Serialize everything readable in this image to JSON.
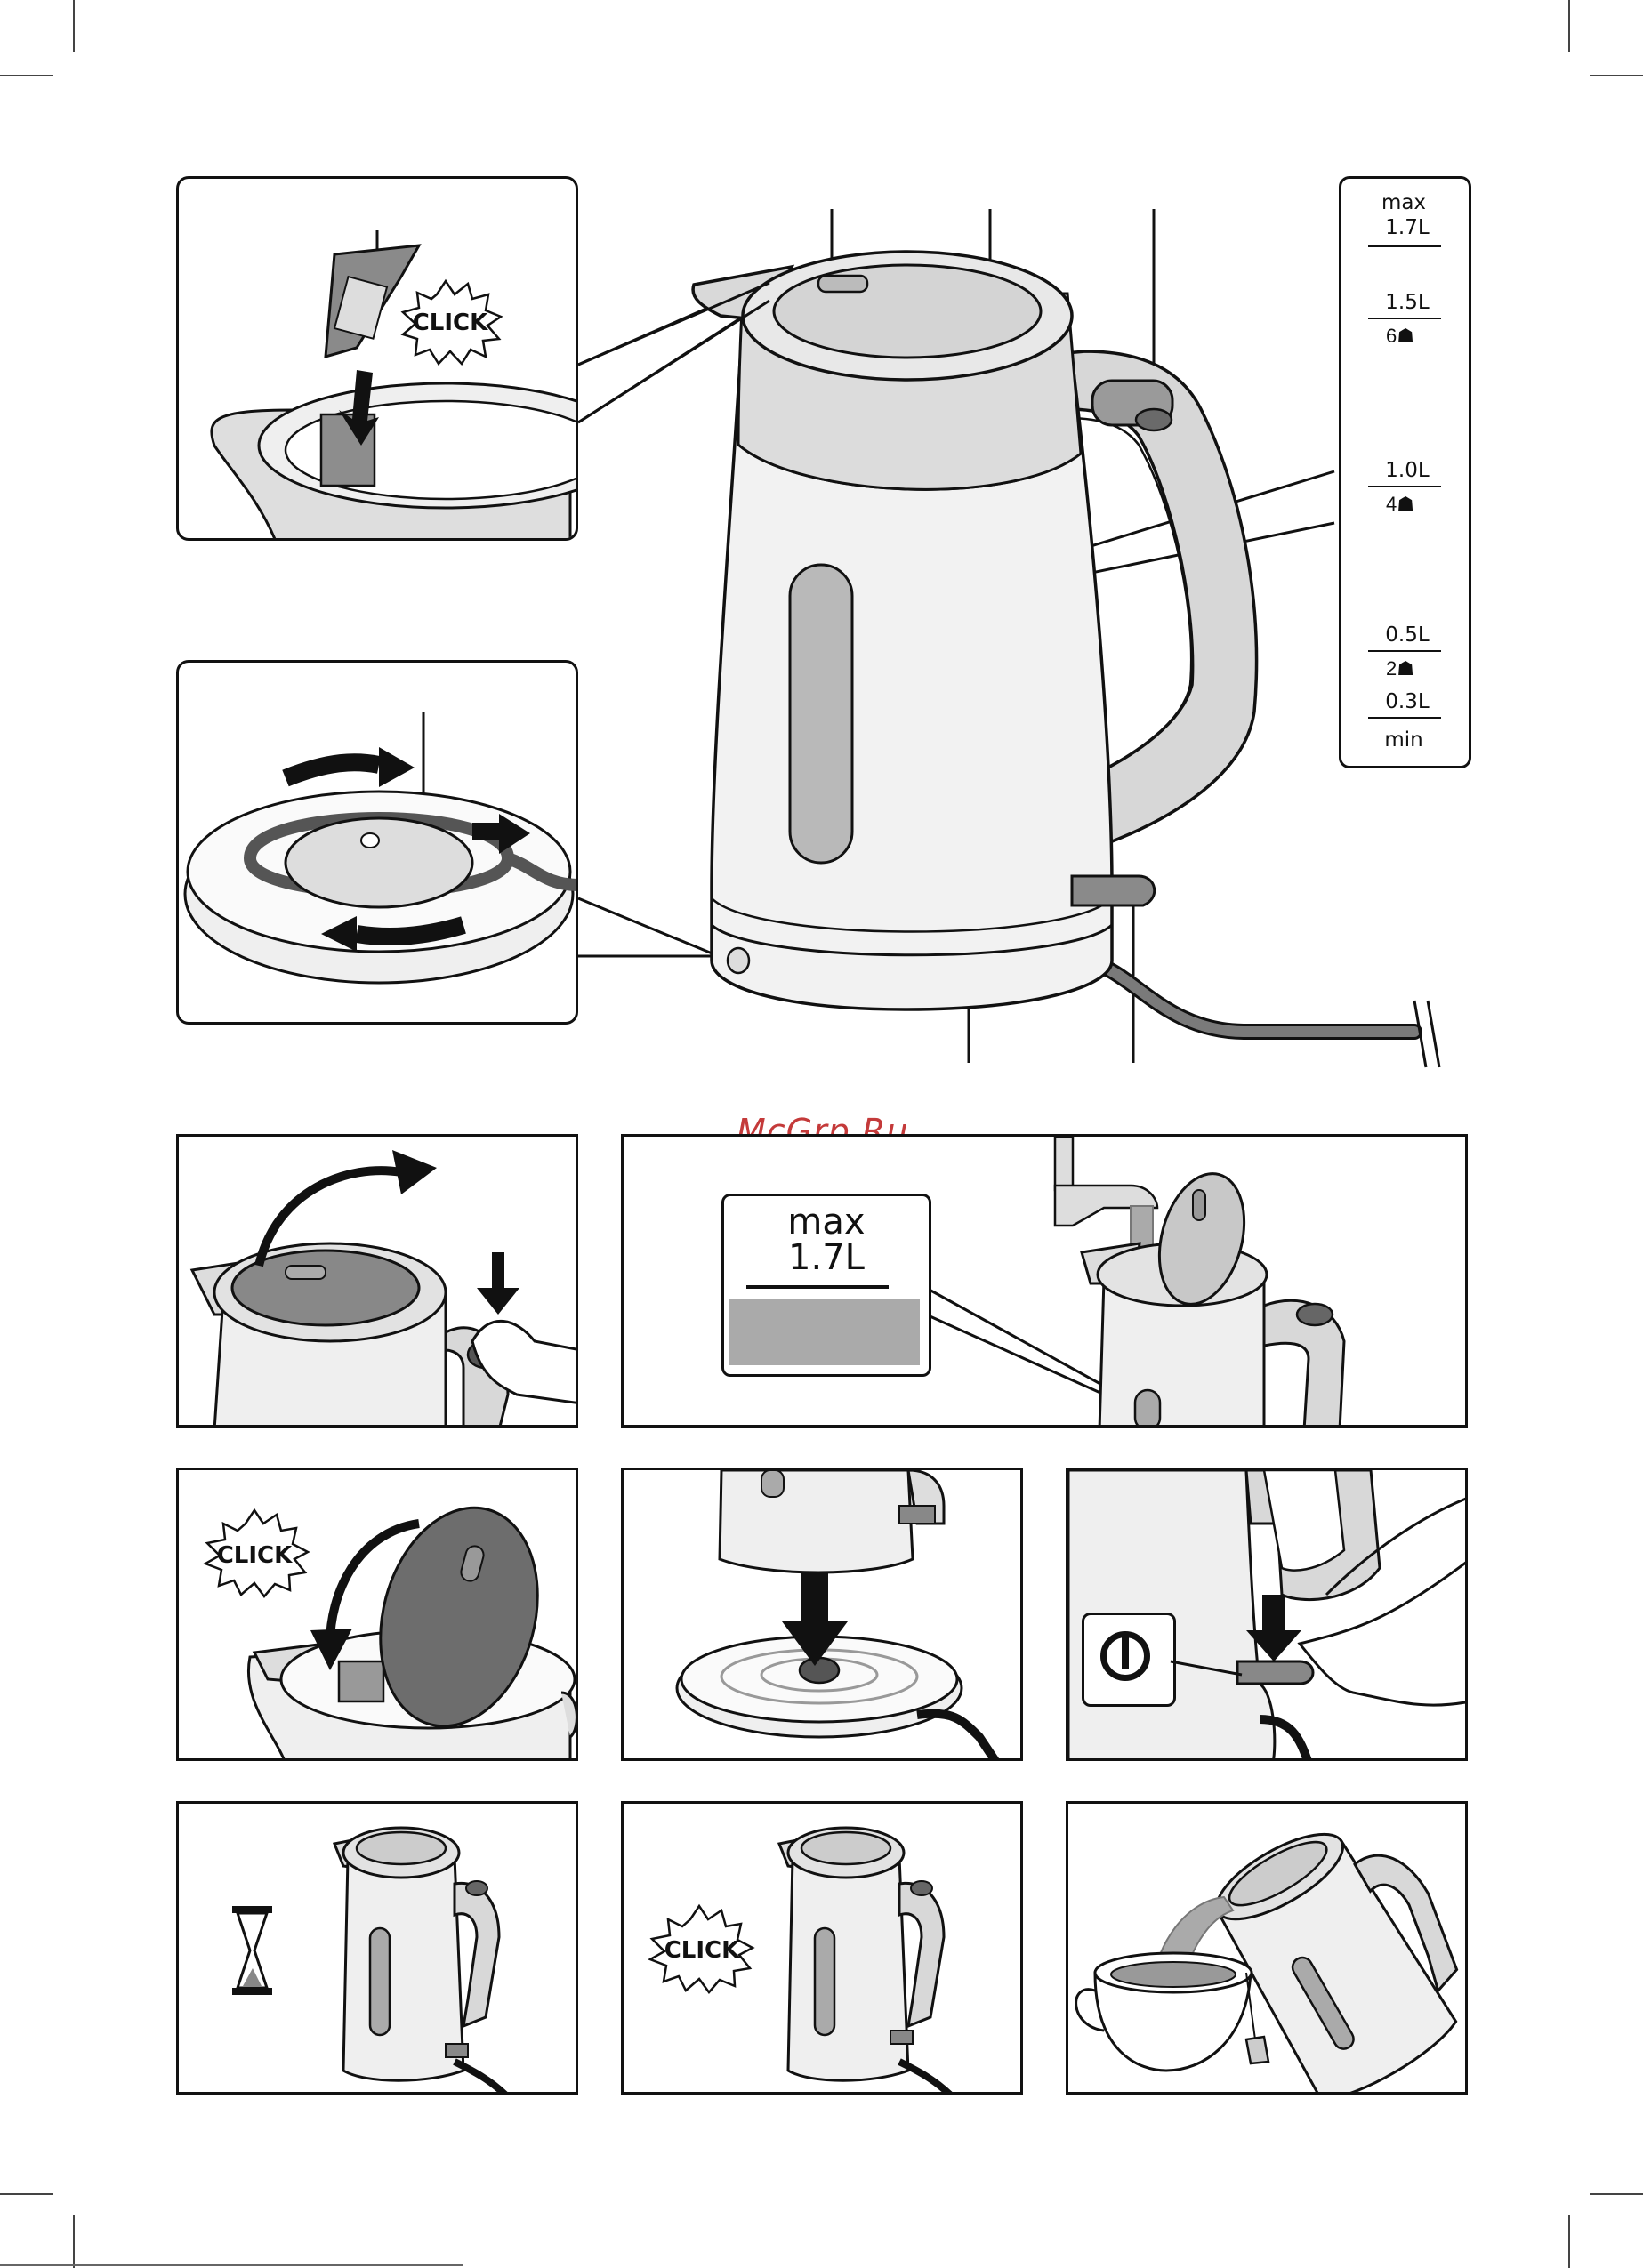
{
  "watermark": "McGrp.Ru",
  "click_label": "CLICK",
  "capacity_scale": {
    "marks": [
      {
        "volume_top": "max",
        "volume_bottom": "1.7L"
      },
      {
        "volume_top": "1.5L",
        "volume_bottom": "6"
      },
      {
        "volume_top": "1.0L",
        "volume_bottom": "4"
      },
      {
        "volume_top": "0.5L",
        "volume_bottom": "2"
      },
      {
        "volume_top": "0.3L",
        "volume_bottom": "min"
      }
    ]
  },
  "max_fill_callout": {
    "top": "max",
    "bottom": "1.7L"
  },
  "colors": {
    "outline": "#111111",
    "body_light": "#efefef",
    "body_mid": "#d0d0d0",
    "body_dark": "#8a8a8a",
    "arrow": "#111111",
    "watermark": "#c43a3a"
  }
}
